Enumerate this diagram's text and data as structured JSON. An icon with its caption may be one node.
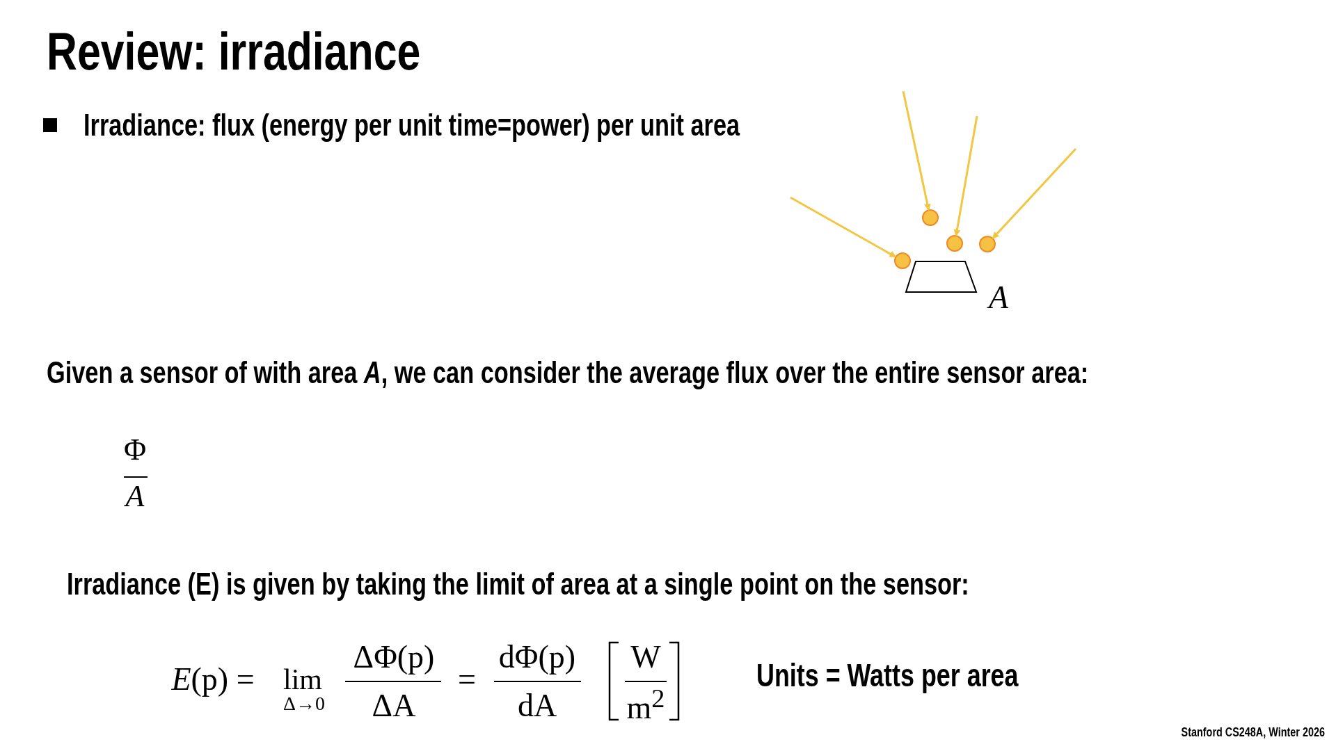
{
  "diagram": {
    "title": "Review: irradiance",
    "nodes": [
      {
        "text": [],
        "shape": "circle"
      },
      {
        "text": [],
        "shape": "circle"
      },
      {
        "text": [],
        "shape": "circle"
      },
      {
        "text": [],
        "shape": "circle"
      },
      {
        "text": [],
        "shape": "trapezoid",
        "beside": [
          "A"
        ]
      }
    ],
    "edges": [
      {
        "from": null,
        "to": 0,
        "arrow": "to"
      },
      {
        "from": null,
        "to": 1,
        "arrow": "to"
      },
      {
        "from": null,
        "to": 2,
        "arrow": "to"
      },
      {
        "from": null,
        "to": 3,
        "arrow": "to"
      }
    ],
    "labels": [
      "Irradiance: flux (energy per unit time=power) per unit area",
      "Given a sensor of with area *A*, we can consider the average flux over the entire sensor area:",
      "Φ",
      "*A*",
      "Irradiance (E) is given by taking the limit of area at a single point on the sensor:",
      "*E*(p) =",
      "lim",
      "Δ→0",
      "ΔΦ(p)",
      "ΔA",
      "=",
      "dΦ(p)",
      "dA",
      "W",
      "m$^{2}$",
      "Units = Watts per area",
      "Stanford CS248A, Winter 2026"
    ]
  }
}
